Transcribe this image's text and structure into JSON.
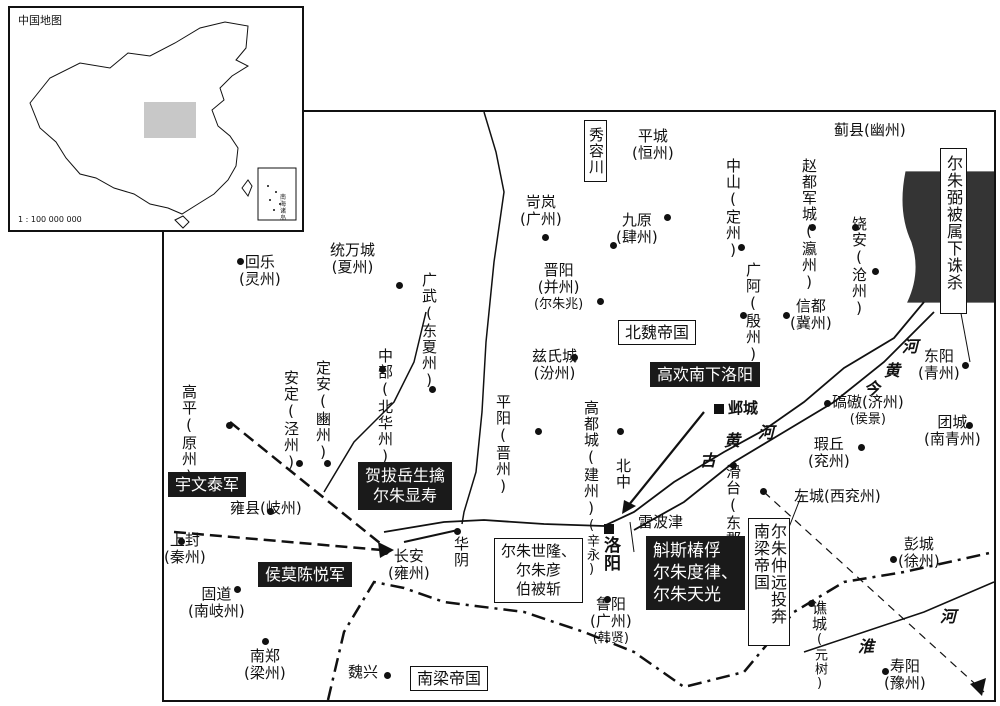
{
  "inset": {
    "title": "中国地图",
    "scale": "1 : 100 000 000",
    "south_sea": "南海诸岛"
  },
  "map": {
    "places": [
      {
        "id": "huile",
        "name": "回乐",
        "sub": "(灵州)"
      },
      {
        "id": "tongwan",
        "name": "统万城",
        "sub": "(夏州)"
      },
      {
        "id": "guangwu",
        "name": "广武",
        "sub": "(东夏州)"
      },
      {
        "id": "pingcheng",
        "name": "平城",
        "sub": "(恒州)"
      },
      {
        "id": "jixian",
        "name": "蓟县",
        "sub": "(幽州)"
      },
      {
        "id": "zhongshan",
        "name": "中山",
        "sub": "(定州)"
      },
      {
        "id": "guanga",
        "name": "广阿",
        "sub": "(殷州)"
      },
      {
        "id": "zhaodu",
        "name": "赵都军城",
        "sub": "(瀛州)"
      },
      {
        "id": "raoan",
        "name": "饶安",
        "sub": "(沧州)"
      },
      {
        "id": "shilan",
        "name": "岢岚",
        "sub": "(广州)"
      },
      {
        "id": "jiuyuan",
        "name": "九原",
        "sub": "(肆州)"
      },
      {
        "id": "jinyang",
        "name": "晋阳",
        "sub": "(并州)",
        "note": "(尔朱兆)"
      },
      {
        "id": "xindu",
        "name": "信都",
        "sub": "(冀州)"
      },
      {
        "id": "dongyang",
        "name": "东阳",
        "sub": "(青州)"
      },
      {
        "id": "zhongbu",
        "name": "中部",
        "sub": "(北华州)"
      },
      {
        "id": "dingan",
        "name": "定安",
        "sub": "(豳州)"
      },
      {
        "id": "anding",
        "name": "安定",
        "sub": "(泾州)"
      },
      {
        "id": "gaoping",
        "name": "高平",
        "sub": "(原州)"
      },
      {
        "id": "zishi",
        "name": "兹氏城",
        "sub": "(汾州)"
      },
      {
        "id": "pingyang",
        "name": "平阳",
        "sub": "(晋州)"
      },
      {
        "id": "gaodu",
        "name": "高都城",
        "sub": "(建州)",
        "note": "(辛永)"
      },
      {
        "id": "yecheng",
        "name": "邺城"
      },
      {
        "id": "qiaoao",
        "name": "碻磝",
        "sub": "(济州)",
        "note": "(侯景)"
      },
      {
        "id": "tuancheng",
        "name": "团城",
        "sub": "(南青州)"
      },
      {
        "id": "xiaqiu",
        "name": "瑕丘",
        "sub": "(兖州)"
      },
      {
        "id": "huatai",
        "name": "滑台",
        "sub": "(东郡)"
      },
      {
        "id": "zuocheng",
        "name": "左城",
        "sub": "(西兖州)"
      },
      {
        "id": "beizhong",
        "name": "北中"
      },
      {
        "id": "leibojin",
        "name": "雷波津"
      },
      {
        "id": "luoyang",
        "name": "洛阳"
      },
      {
        "id": "yongxian",
        "name": "雍县",
        "sub": "(岐州)"
      },
      {
        "id": "shangfeng",
        "name": "上封",
        "sub": "(秦州)"
      },
      {
        "id": "changan",
        "name": "长安",
        "sub": "(雍州)"
      },
      {
        "id": "huayin",
        "name": "华阴"
      },
      {
        "id": "gudao",
        "name": "固道",
        "sub": "(南岐州)"
      },
      {
        "id": "nanzheng",
        "name": "南郑",
        "sub": "(梁州)"
      },
      {
        "id": "weixing",
        "name": "魏兴"
      },
      {
        "id": "luyang",
        "name": "鲁阳",
        "sub": "(广州)",
        "note": "(韩贤)"
      },
      {
        "id": "qiaocheng",
        "name": "谯城",
        "note": "(元树)"
      },
      {
        "id": "pengcheng",
        "name": "彭城",
        "sub": "(徐州)"
      },
      {
        "id": "shouyang",
        "name": "寿阳",
        "sub": "(豫州)"
      }
    ],
    "xiurong": "秀容川",
    "states": {
      "north": "北魏帝国",
      "south": "南梁帝国"
    },
    "rivers": {
      "huang": "黄",
      "he": "河",
      "gu": "古",
      "huai": "淮",
      "jin": "今"
    },
    "events": {
      "gaohuan": "高欢南下洛阳",
      "heba": [
        "贺拔岳生擒",
        "尔朱显寿"
      ],
      "yuwen": "宇文泰军",
      "houmo": "侯莫陈悦军",
      "husi": [
        "斛斯椿俘",
        "尔朱度律、",
        "尔朱天光"
      ],
      "erzhu_shilong": [
        "尔朱世隆、",
        "尔朱彦",
        "伯被斩"
      ],
      "erzhu_zhongyuan": "尔朱仲远投奔南梁帝国",
      "erzhu_tu": "尔朱弼被属下诛杀"
    },
    "colors": {
      "ink": "#111111",
      "dark_label": "#1a1a1a",
      "inset_highlight": "#c8c8c8"
    }
  }
}
